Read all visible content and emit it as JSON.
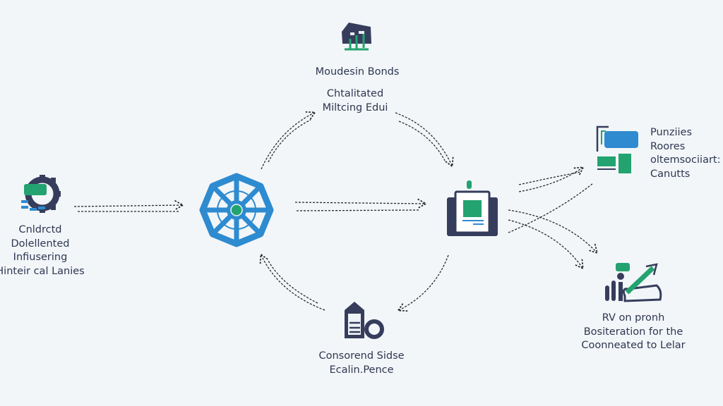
{
  "nodes": {
    "left": {
      "icon": "gear-data-icon",
      "lines": [
        "Cnldrctd",
        "Dolellented",
        "Infiusering",
        "Hinteir cal Lanies"
      ]
    },
    "top": {
      "icon": "building-network-icon",
      "title": "Moudesin Bonds",
      "lines": [
        "Chtalitated",
        "Miltcing Edui"
      ]
    },
    "center": {
      "icon": "wheel-hub-icon"
    },
    "middle_right": {
      "icon": "document-device-icon"
    },
    "right_top": {
      "icon": "server-blocks-icon",
      "lines": [
        "Punziies",
        "Roores",
        "oltemsociiart:",
        "Canutts"
      ]
    },
    "right_bottom": {
      "icon": "growth-chart-icon",
      "lines": [
        "RV on pronh",
        "Bositeration for the",
        "Coonneated to Lelar"
      ]
    },
    "bottom": {
      "icon": "document-gear-icon",
      "lines": [
        "Consorend Sidse",
        "Ecalin.Pence"
      ]
    }
  },
  "colors": {
    "navy": "#363d5c",
    "blue": "#2e8bd0",
    "green": "#23a36f",
    "background": "#f2f6f9"
  }
}
